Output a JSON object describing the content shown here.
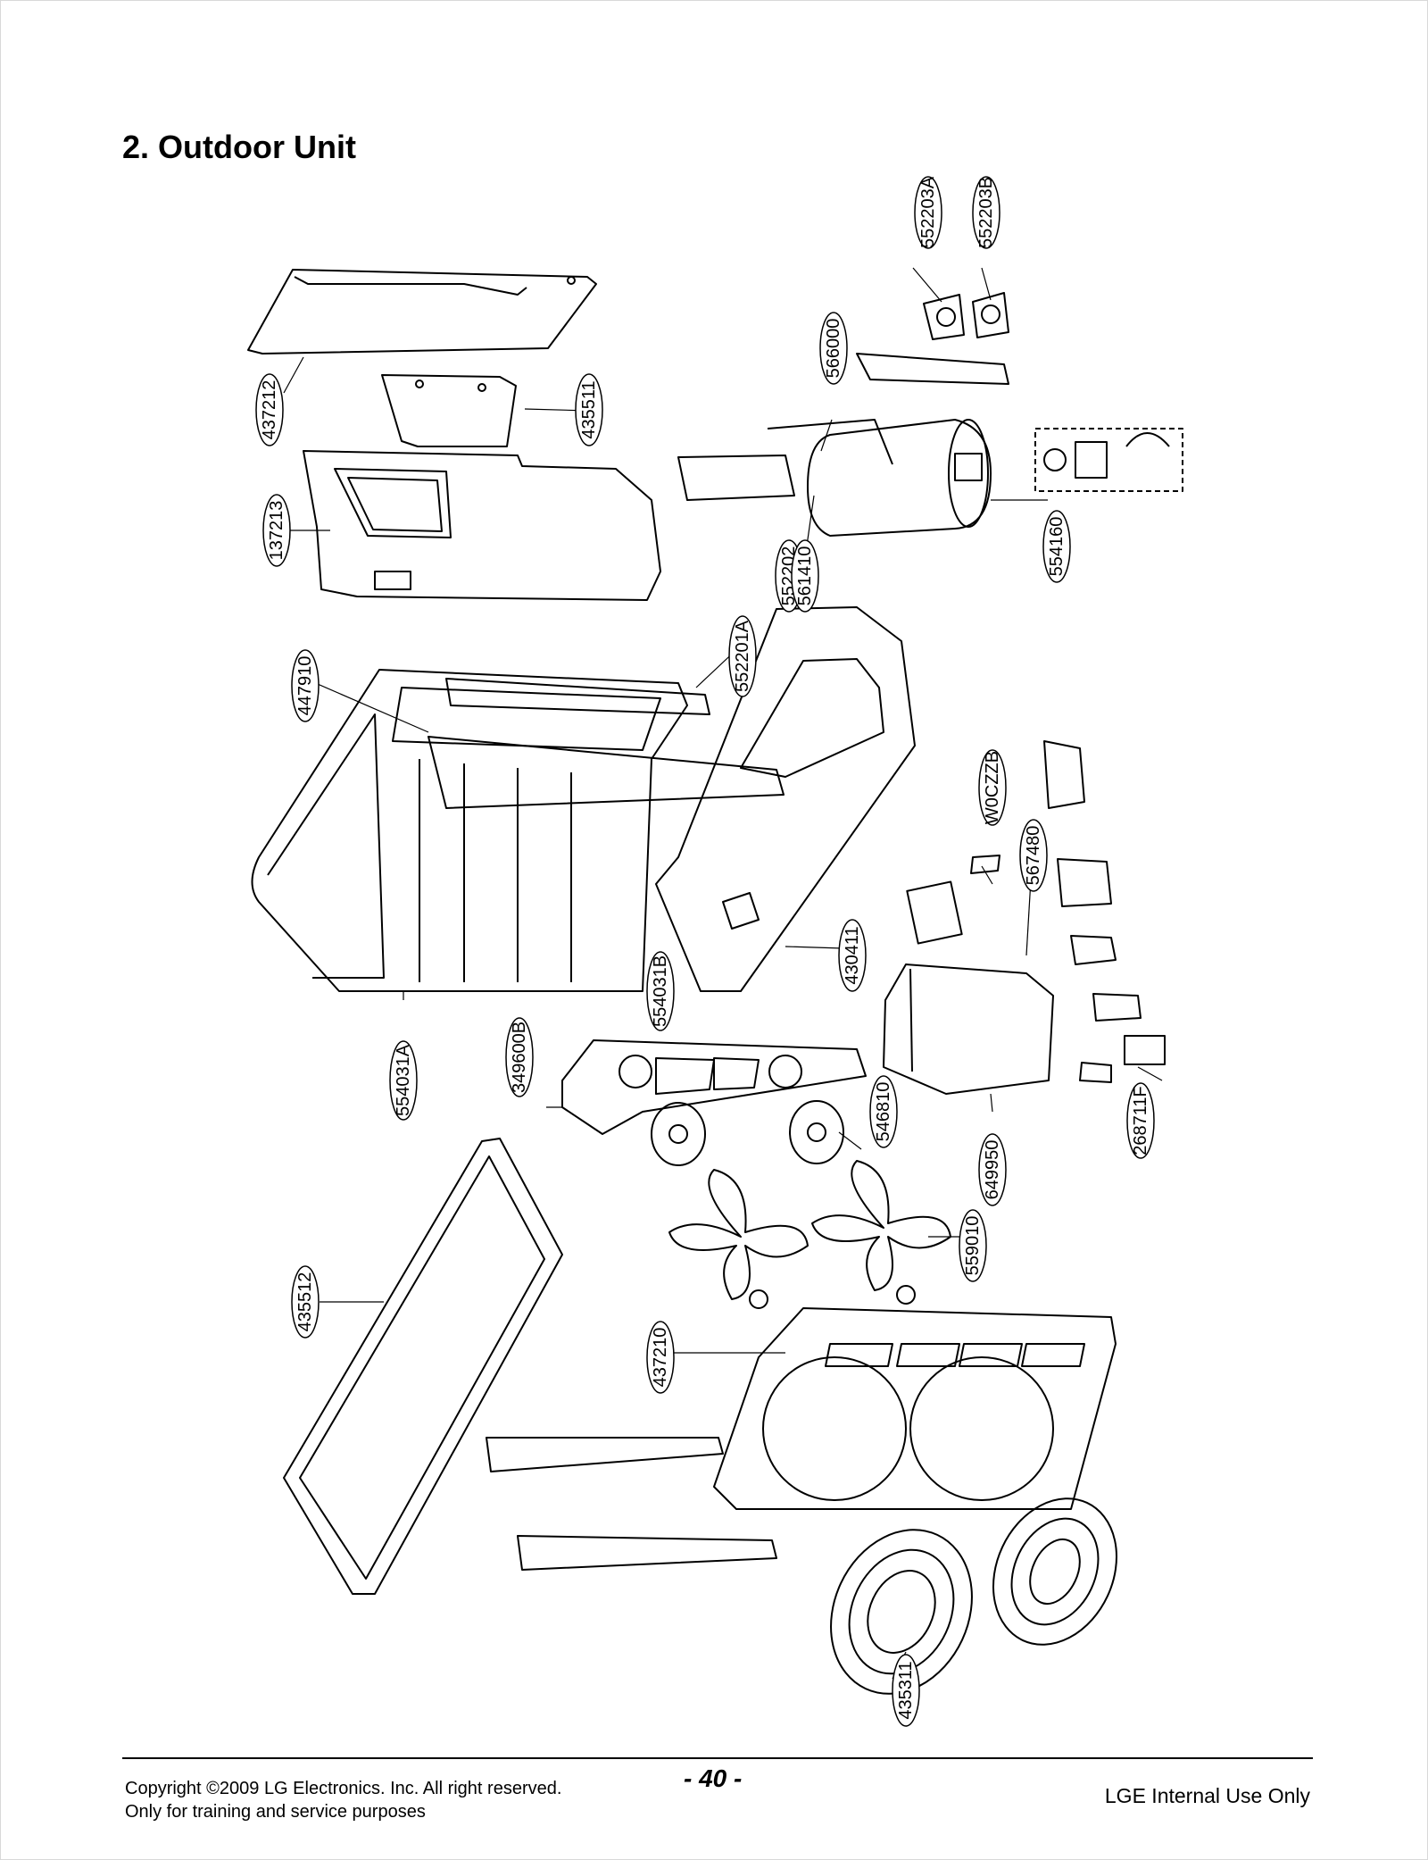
{
  "page": {
    "title": "2. Outdoor Unit",
    "page_number": "- 40 -",
    "copyright_line1": "Copyright ©2009 LG Electronics. Inc. All right reserved.",
    "copyright_line2": "Only for training and service purposes",
    "internal_note": "LGE Internal Use Only"
  },
  "parts": [
    {
      "id": "552203A"
    },
    {
      "id": "552203B"
    },
    {
      "id": "566000"
    },
    {
      "id": "437212"
    },
    {
      "id": "435511"
    },
    {
      "id": "137213"
    },
    {
      "id": "552202"
    },
    {
      "id": "561410"
    },
    {
      "id": "554160"
    },
    {
      "id": "552201A"
    },
    {
      "id": "447910"
    },
    {
      "id": "W0CZZB"
    },
    {
      "id": "567480"
    },
    {
      "id": "430411"
    },
    {
      "id": "554031B"
    },
    {
      "id": "554031A"
    },
    {
      "id": "349600B"
    },
    {
      "id": "546810"
    },
    {
      "id": "268711F"
    },
    {
      "id": "649950"
    },
    {
      "id": "559010"
    },
    {
      "id": "435512"
    },
    {
      "id": "437210"
    },
    {
      "id": "435311"
    }
  ],
  "colors": {
    "line": "#000000",
    "background": "#ffffff"
  }
}
